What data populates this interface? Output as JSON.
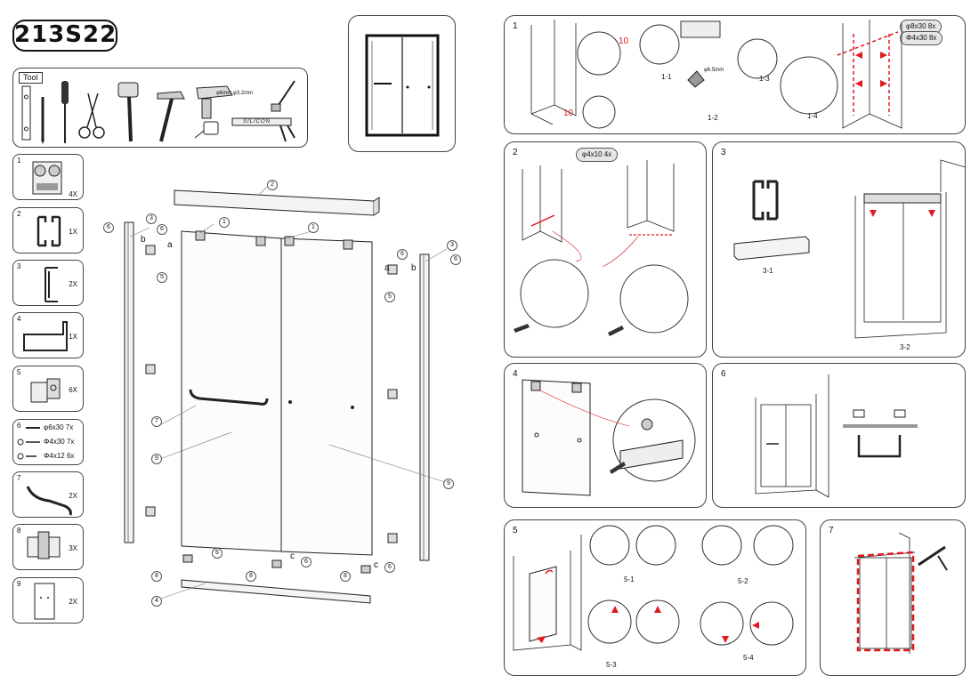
{
  "model": "213S22",
  "tools_label": "Tool",
  "tool_marks": {
    "drill_bits": "φ6mm  φ3.2mm",
    "silicone": "SILICON"
  },
  "parts": [
    {
      "num": "1",
      "qty": "4X"
    },
    {
      "num": "2",
      "qty": "1X"
    },
    {
      "num": "3",
      "qty": "2X"
    },
    {
      "num": "4",
      "qty": "1X"
    },
    {
      "num": "5",
      "qty": "6X"
    },
    {
      "num": "6",
      "screws": [
        "φ6x30 7x",
        "Φ4x30 7x",
        "Φ4x12 6x"
      ]
    },
    {
      "num": "7",
      "qty": "2X"
    },
    {
      "num": "8",
      "qty": "3X"
    },
    {
      "num": "9",
      "qty": "2X"
    }
  ],
  "explode_labels": {
    "n1": "1",
    "n2": "2",
    "n3": "3",
    "n4": "4",
    "n5": "5",
    "n6": "6",
    "n7": "7",
    "n8": "8",
    "n9": "9",
    "a": "a",
    "b": "b",
    "c": "c"
  },
  "steps": {
    "s1": {
      "num": "1",
      "badge": [
        "φ8x30 8x",
        "Φ4x30 8x"
      ],
      "dim": "10",
      "sub": [
        "1-1",
        "1-2",
        "1-3",
        "1-4"
      ],
      "bit": "φ6.5mm"
    },
    "s2": {
      "num": "2",
      "badge": "φ4x10 4x"
    },
    "s3": {
      "num": "3",
      "sub": [
        "3-1",
        "3-2"
      ]
    },
    "s4": {
      "num": "4"
    },
    "s5": {
      "num": "5",
      "sub": [
        "5-1",
        "5-2",
        "5-3",
        "5-4"
      ]
    },
    "s6": {
      "num": "6"
    },
    "s7": {
      "num": "7"
    }
  },
  "colors": {
    "line": "#222222",
    "accent": "#e0191e",
    "badge_bg": "#e6e6e6"
  }
}
